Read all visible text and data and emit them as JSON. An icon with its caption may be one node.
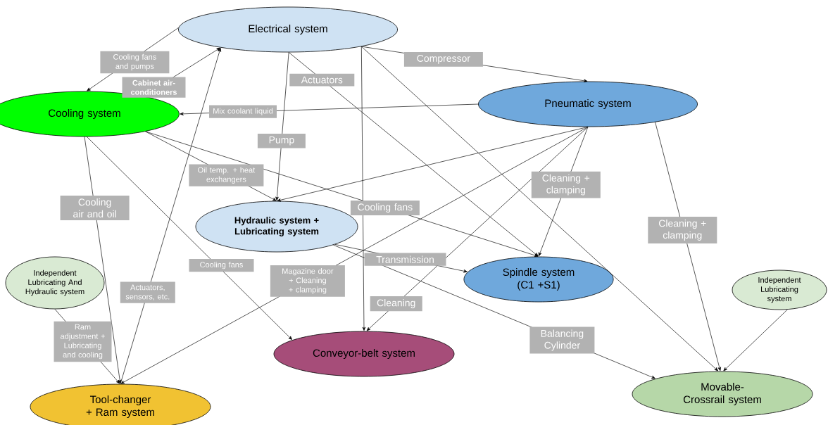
{
  "diagram": {
    "nodes": [
      {
        "text": [
          "Electrical system"
        ]
      },
      {
        "text": [
          "Cooling system"
        ]
      },
      {
        "text": [
          "Pneumatic system"
        ]
      },
      {
        "text": [
          "Hydraulic system + Lubricating system"
        ]
      },
      {
        "text": [
          "Independent Lubricating And Hydraulic system"
        ]
      },
      {
        "text": [
          "Spindle system (C1 +S1)"
        ]
      },
      {
        "text": [
          "Independent Lubricating system"
        ]
      },
      {
        "text": [
          "Conveyor-belt system"
        ]
      },
      {
        "text": [
          "Tool-changer + Ram system"
        ]
      },
      {
        "text": [
          "Movable-Crossrail system"
        ]
      }
    ],
    "edges": [
      {
        "from": 0,
        "to": 1,
        "arrow": "to",
        "label": "Cooling fans and pumps"
      },
      {
        "from": 1,
        "to": 0,
        "arrow": "to",
        "label": "Cabinet air-conditioners"
      },
      {
        "from": 0,
        "to": 2,
        "arrow": "to",
        "label": "Compressor"
      },
      {
        "from": 2,
        "to": 1,
        "arrow": "to",
        "label": "Mix coolant liquid"
      },
      {
        "from": 0,
        "to": 3,
        "arrow": "to",
        "label": "Pump"
      },
      {
        "from": 0,
        "to": 5,
        "arrow": "to",
        "label": "Actuators"
      },
      {
        "from": 0,
        "to": 7,
        "arrow": "to"
      },
      {
        "from": 0,
        "to": 9,
        "arrow": "to"
      },
      {
        "from": 8,
        "to": 0,
        "arrow": "to",
        "label": "Actuators, sensors, etc."
      },
      {
        "from": 1,
        "to": 3,
        "arrow": "to",
        "label": "Oil temp. + heat exchangers"
      },
      {
        "from": 1,
        "to": 5,
        "arrow": "to",
        "label": "Cooling fans"
      },
      {
        "from": 1,
        "to": 8,
        "arrow": "to",
        "label": "Cooling air and oil"
      },
      {
        "from": 1,
        "to": 7,
        "arrow": "to",
        "label": "Cooling fans"
      },
      {
        "from": 2,
        "to": 3,
        "arrow": "to"
      },
      {
        "from": 2,
        "to": 8,
        "arrow": "to",
        "label": "Magazine door + Cleaning + clamping"
      },
      {
        "from": 2,
        "to": 7,
        "arrow": "to",
        "label": "Cleaning"
      },
      {
        "from": 2,
        "to": 5,
        "arrow": "to",
        "label": "Cleaning + clamping"
      },
      {
        "from": 2,
        "to": 9,
        "arrow": "to",
        "label": "Cleaning + clamping"
      },
      {
        "from": 3,
        "to": 5,
        "arrow": "to",
        "label": "Transmission"
      },
      {
        "from": 3,
        "to": 9,
        "arrow": "to",
        "label": "Balancing Cylinder"
      },
      {
        "from": 6,
        "to": 9,
        "arrow": "to"
      },
      {
        "from": 4,
        "to": 8,
        "arrow": "to",
        "label": "Ram adjustment + Lubricating and cooling"
      }
    ]
  }
}
